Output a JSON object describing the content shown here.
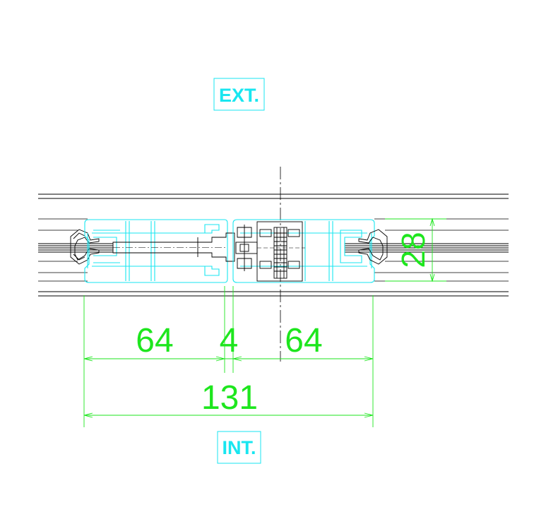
{
  "labels": {
    "exterior": "EXT.",
    "interior": "INT."
  },
  "dimensions": {
    "left_width": "64",
    "gap": "4",
    "right_width": "64",
    "total_width": "131",
    "depth": "28"
  },
  "colors": {
    "profile": "#19e6f0",
    "dimension": "#1ee61e",
    "linework": "#000000",
    "background": "#ffffff"
  }
}
